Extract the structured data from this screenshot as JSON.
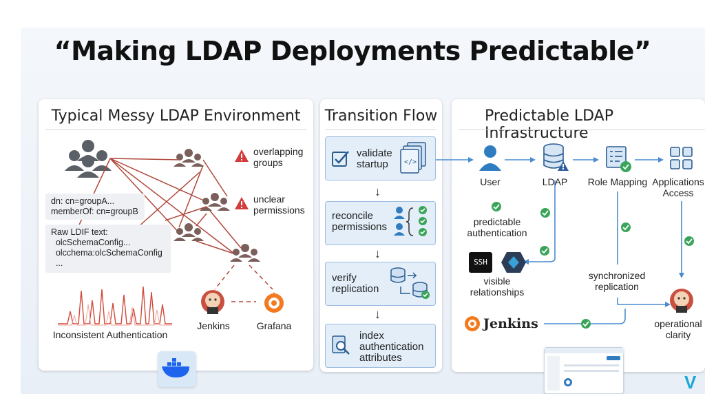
{
  "title": "“Making LDAP Deployments Predictable”",
  "left": {
    "title": "Typical Messy LDAP Environment",
    "warn1": "overlapping groups",
    "warn2": "unclear permissions",
    "dn_text": "dn: cn=groupA...\nmemberOf: cn=groupB",
    "ldif_text": "Raw LDIF text:\n  olcSchemaConfig...\n  olcchema:olcSchemaConfig\n  ...",
    "jenkins": "Jenkins",
    "grafana": "Grafana",
    "inconsistent": "Inconsistent Authentication"
  },
  "middle": {
    "title": "Transition Flow",
    "step1": "validate startup",
    "step2": "reconcile permissions",
    "step3": "verify replication",
    "step4": "index authentication attributes"
  },
  "right": {
    "title": "Predictable LDAP Infrastructure",
    "user": "User",
    "ldap": "LDAP",
    "role_mapping": "Role Mapping",
    "applications": "Applications Access",
    "predictable_auth": "predictable authentication",
    "ssh": "SSH",
    "visible_rel": "visible relationships",
    "sync_rep": "synchronized replication",
    "jenkins": "Jenkins",
    "operational": "operational clarity"
  },
  "colors": {
    "accent_blue": "#2f7cc1",
    "check_green": "#3aa55a",
    "warn_red": "#d33c3c",
    "line_red": "#b0473a"
  }
}
